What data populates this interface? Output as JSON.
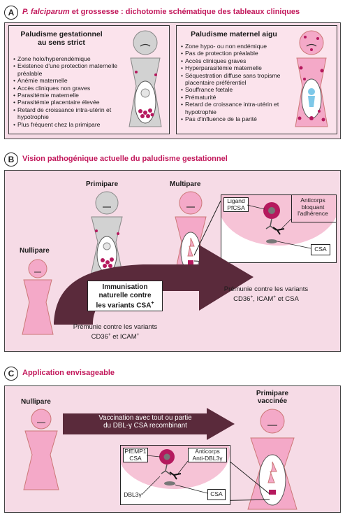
{
  "section_a": {
    "letter": "A",
    "title_italic": "P. falciparum",
    "title_rest": " et grossesse : dichotomie schématique des tableaux cliniques",
    "left_card": {
      "title_line1": "Paludisme gestationnel",
      "title_line2": "au sens strict",
      "items": [
        "Zone holo/hyperendémique",
        "Existence d'une protection maternelle préalable",
        "Anémie maternelle",
        "Accès cliniques non graves",
        "Parasitémie maternelle",
        "Parasitémie placentaire élevée",
        "Retard de croissance intra-utérin et hypotrophie",
        "Plus fréquent chez la primipare"
      ]
    },
    "right_card": {
      "title": "Paludisme maternel aigu",
      "items": [
        "Zone hypo- ou non endémique",
        "Pas de protection préalable",
        "Accès cliniques graves",
        "Hyperparasitémie maternelle",
        "Séquestration diffuse sans tropisme placentaire préférentiel",
        "Souffrance fœtale",
        "Prématurité",
        "Retard de croissance intra-utérin et hypotrophie",
        "Pas d'influence de la parité"
      ]
    }
  },
  "section_b": {
    "letter": "B",
    "title": "Vision pathogénique actuelle du paludisme gestationnel",
    "primipare": "Primipare",
    "multipare": "Multipare",
    "nullipare": "Nullipare",
    "ligand_line1": "Ligand",
    "ligand_line2": "PfCSA",
    "antibody_line1": "Anticorps",
    "antibody_line2": "bloquant",
    "antibody_line3": "l'adhérence",
    "csa": "CSA",
    "immun_line1": "Immunisation",
    "immun_line2": "naturelle contre",
    "immun_line3": "les variants CSA",
    "immun_sup": "+",
    "premunie_right_line1": "Prémunie contre les variants",
    "premunie_right_line2a": "CD36",
    "premunie_right_sup1": "+",
    "premunie_right_line2b": ", ICAM",
    "premunie_right_sup2": "+",
    "premunie_right_line2c": " et CSA",
    "premunie_left_line1": "Prémunie contre les variants",
    "premunie_left_line2a": "CD36",
    "premunie_left_sup1": "+",
    "premunie_left_line2b": " et ICAM",
    "premunie_left_sup2": "+"
  },
  "section_c": {
    "letter": "C",
    "title": "Application envisageable",
    "nullipare": "Nullipare",
    "primipare_line1": "Primipare",
    "primipare_line2": "vaccinée",
    "vaccin_line1": "Vaccination avec tout ou partie",
    "vaccin_line2": "du DBL-γ CSA recombinant",
    "pfemp_line1": "PfEMP1",
    "pfemp_line2": "CSA",
    "anti_line1": "Anticorps",
    "anti_line2": "Anti-DBL3γ",
    "dbl": "DBL3γ",
    "csa": "CSA"
  },
  "colors": {
    "accent": "#c2185b",
    "panel_pink": "#f6dbe6",
    "card_pink": "#fbe3ec",
    "figure_pink": "#f4a9c8",
    "figure_grey": "#d2d2d2",
    "arrow": "#5a2a3b",
    "parasite": "#b5195e",
    "fetus_blue": "#7ec8e8"
  }
}
